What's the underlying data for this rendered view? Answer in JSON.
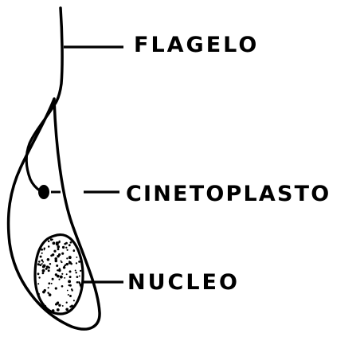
{
  "diagram": {
    "labels": {
      "flagelo": "FLAGELO",
      "cinetoplasto": "CINETOPLASTO",
      "nucleo": "NUCLEO"
    },
    "colors": {
      "ink": "#000000",
      "background": "#ffffff"
    }
  }
}
